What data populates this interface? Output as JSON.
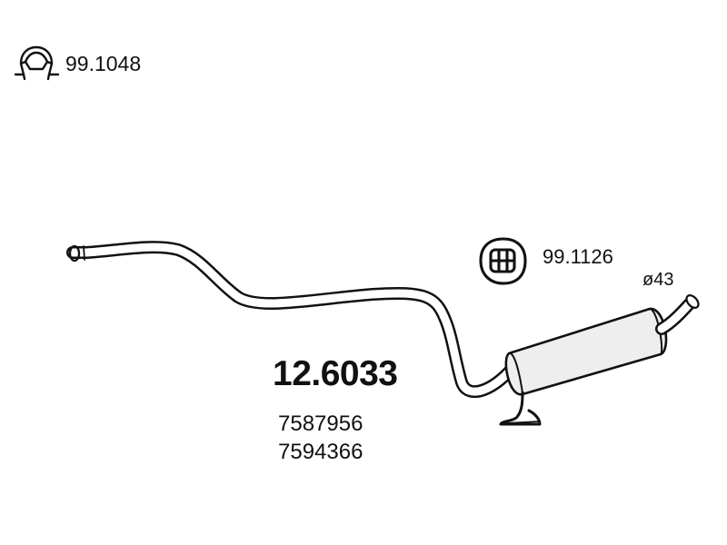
{
  "accessories": {
    "clamp": {
      "code": "99.1048",
      "icon": "pipe-clamp-icon"
    },
    "hanger": {
      "code": "99.1126",
      "icon": "rubber-hanger-icon"
    }
  },
  "pipe": {
    "diameter_label": "ø43"
  },
  "product": {
    "part_number": "12.6033",
    "oem_references": [
      "7587956",
      "7594366"
    ]
  },
  "colors": {
    "line": "#111111",
    "muffler_fill": "#eeeeee",
    "background": "#ffffff"
  }
}
